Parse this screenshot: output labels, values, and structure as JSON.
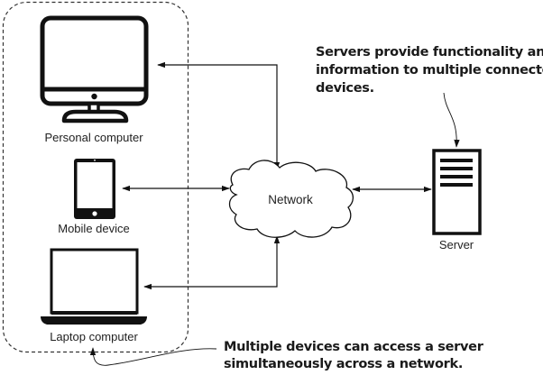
{
  "devices": {
    "personal_computer": {
      "label": "Personal computer",
      "icon": "desktop-monitor-icon"
    },
    "mobile_device": {
      "label": "Mobile device",
      "icon": "tablet-icon"
    },
    "laptop_computer": {
      "label": "Laptop computer",
      "icon": "laptop-icon"
    }
  },
  "network": {
    "label": "Network",
    "icon": "cloud-icon"
  },
  "server": {
    "label": "Server",
    "icon": "server-tower-icon"
  },
  "annotations": {
    "server_note": [
      "Servers provide functionality and",
      "information to multiple connected",
      "devices."
    ],
    "devices_note": [
      "Multiple devices can access a server",
      "simultaneously across a network."
    ]
  },
  "colors": {
    "stroke": "#111111",
    "text": "#222222",
    "background": "#ffffff"
  }
}
